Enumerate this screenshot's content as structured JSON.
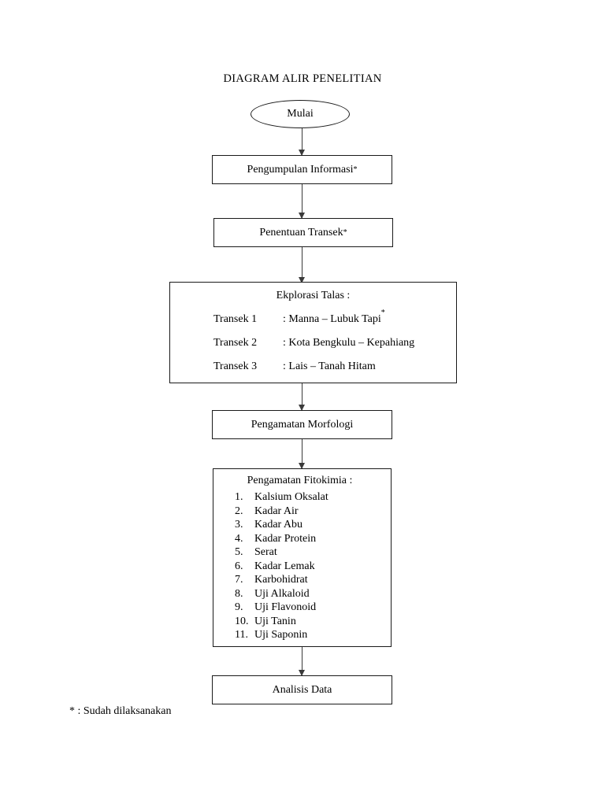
{
  "document": {
    "title": "DIAGRAM ALIR PENELITIAN"
  },
  "flow": {
    "start": {
      "label": "Mulai",
      "shape": "oval"
    },
    "steps": [
      {
        "label": "Pengumpulan Informasi",
        "asterisk": "*"
      },
      {
        "label": "Penentuan Transek",
        "asterisk": "*"
      }
    ],
    "exploration": {
      "heading": "Ekplorasi Talas :",
      "rows": [
        {
          "label": "Transek 1",
          "value": ": Manna – Lubuk Tapi",
          "asterisk": "*"
        },
        {
          "label": "Transek 2",
          "value": ": Kota Bengkulu – Kepahiang",
          "asterisk": ""
        },
        {
          "label": "Transek 3",
          "value": ": Lais – Tanah Hitam",
          "asterisk": ""
        }
      ]
    },
    "morphology": {
      "label": "Pengamatan Morfologi"
    },
    "phytochemistry": {
      "heading": "Pengamatan Fitokimia :",
      "items": [
        {
          "num": "1.",
          "label": "Kalsium Oksalat"
        },
        {
          "num": "2.",
          "label": "Kadar Air"
        },
        {
          "num": "3.",
          "label": "Kadar Abu"
        },
        {
          "num": "4.",
          "label": "Kadar Protein"
        },
        {
          "num": "5.",
          "label": "Serat"
        },
        {
          "num": "6.",
          "label": "Kadar Lemak"
        },
        {
          "num": "7.",
          "label": "Karbohidrat"
        },
        {
          "num": "8.",
          "label": "Uji Alkaloid"
        },
        {
          "num": "9.",
          "label": "Uji Flavonoid"
        },
        {
          "num": "10.",
          "label": "Uji Tanin"
        },
        {
          "num": "11.",
          "label": "Uji Saponin"
        }
      ]
    },
    "analysis": {
      "label": "Analisis Data"
    }
  },
  "footnote": {
    "text": "* : Sudah dilaksanakan"
  },
  "colors": {
    "stroke": "#1a1a1a",
    "arrow": "#3a3a3a",
    "text": "#000000",
    "background": "#ffffff"
  }
}
